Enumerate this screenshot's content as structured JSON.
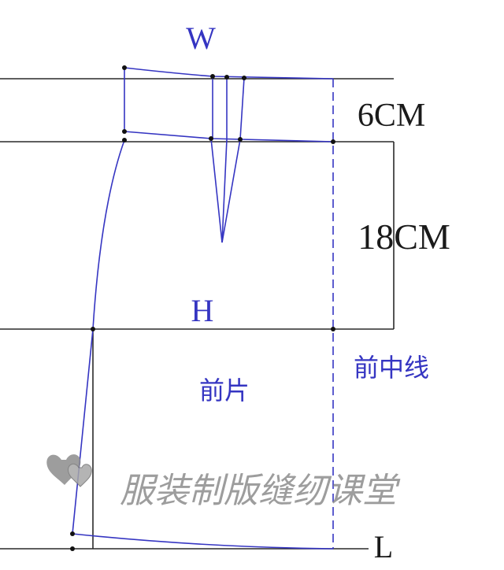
{
  "labels": {
    "waist": "W",
    "hip": "H",
    "front_panel": "前片",
    "front_center_line": "前中线",
    "length": "L",
    "waistband_height": "6CM",
    "hip_depth": "18CM"
  },
  "watermark": {
    "text": "服装制版缝纫课堂",
    "logo_icon": "double-heart-icon"
  },
  "colors": {
    "pattern": "#3535c2",
    "guide": "#2a2a2a",
    "watermark": "#8c8c8c",
    "background": "#ffffff"
  }
}
